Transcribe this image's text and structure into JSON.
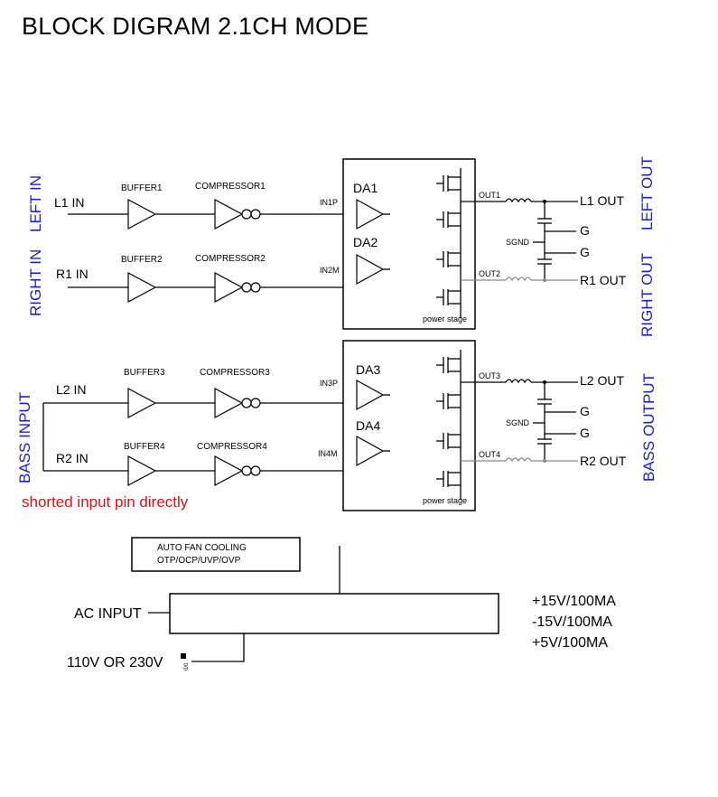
{
  "title": "BLOCK DIGRAM 2.1CH MODE",
  "side_labels": {
    "left_in": "LEFT IN",
    "right_in": "RIGHT IN",
    "bass_input": "BASS INPUT",
    "left_out": "LEFT OUT",
    "right_out": "RIGHT OUT",
    "bass_output": "BASS OUTPUT"
  },
  "note": "shorted input pin directly",
  "channels": [
    {
      "input": "L1 IN",
      "buffer": "BUFFER1",
      "compressor": "COMPRESSOR1",
      "pin": "IN1P",
      "amp": "DA1",
      "out": "OUT1",
      "output": "L1 OUT"
    },
    {
      "input": "R1 IN",
      "buffer": "BUFFER2",
      "compressor": "COMPRESSOR2",
      "pin": "IN2M",
      "amp": "DA2",
      "out": "OUT2",
      "output": "R1 OUT"
    },
    {
      "input": "L2 IN",
      "buffer": "BUFFER3",
      "compressor": "COMPRESSOR3",
      "pin": "IN3P",
      "amp": "DA3",
      "out": "OUT3",
      "output": "L2 OUT"
    },
    {
      "input": "R2 IN",
      "buffer": "BUFFER4",
      "compressor": "COMPRESSOR4",
      "pin": "IN4M",
      "amp": "DA4",
      "out": "OUT4",
      "output": "R2 OUT"
    }
  ],
  "power_stage_label": "power stage",
  "sgnd_label": "SGND",
  "ground_label": "G",
  "protection": {
    "line1": "AUTO FAN COOLING",
    "line2": "OTP/OCP/UVP/OVP"
  },
  "ac_input": "AC INPUT",
  "mains": "110V OR 230V",
  "rails": [
    "+15V/100MA",
    "-15V/100MA",
    "+5V/100MA"
  ]
}
